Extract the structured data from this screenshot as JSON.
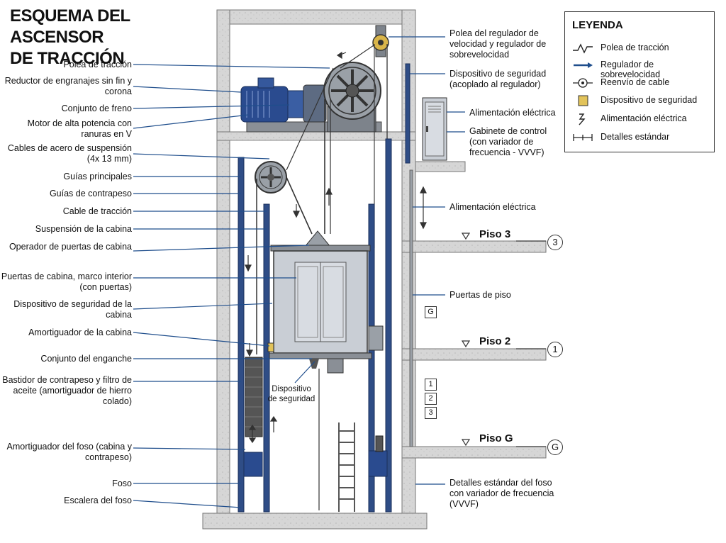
{
  "title": [
    "ESQUEMA DEL ASCENSOR",
    "DE TRACCIÓN"
  ],
  "labels_left": [
    "Polea de tracción",
    "Reductor de engranajes sin fin y corona",
    "Conjunto de freno",
    "Motor de alta potencia con ranuras en V",
    "Cables de acero de suspensión (4x 13 mm)",
    "Guías principales",
    "Guías de contrapeso",
    "Cable de tracción",
    "Suspensión de la cabina",
    "Operador de puertas de cabina",
    "Puertas de cabina, marco interior (con puertas)",
    "Dispositivo de seguridad de la cabina",
    "Amortiguador de la cabina",
    "Conjunto del enganche",
    "Bastidor de contrapeso y filtro de aceite (amortiguador de hierro colado)",
    "Amortiguador del foso (cabina y contrapeso)",
    "Foso",
    "Escalera del foso"
  ],
  "labels_right": [
    "Polea del regulador de velocidad y regulador de sobrevelocidad",
    "Dispositivo de seguridad (acoplado al regulador)",
    "Alimentación eléctrica",
    "Gabinete de control (con variador de frecuencia - VVVF)",
    "Alimentación eléctrica",
    "Puertas de piso",
    "Detalles estándar del foso con variador de frecuencia (VVVF)"
  ],
  "center_label": "Dispositivo de seguridad",
  "floors": [
    {
      "name": "Piso 3",
      "badge": "3"
    },
    {
      "name": "Piso 2",
      "badge": "1"
    },
    {
      "name": "Piso G",
      "badge": "G"
    }
  ],
  "floor_indicators": [
    "G",
    "1",
    "2",
    "3"
  ],
  "legend": {
    "title": "LEYENDA",
    "items": [
      {
        "label": "Polea de tracción",
        "icon": "zigzag-line-icon"
      },
      {
        "label": "Regulador de sobrevelocidad",
        "icon": "blue-arrow-icon"
      },
      {
        "label": "Reenvío de cable",
        "icon": "sheave-circle-icon"
      },
      {
        "label": "Dispositivo de seguridad",
        "icon": "yellow-square-icon"
      },
      {
        "label": "Alimentación eléctrica",
        "icon": "lightning-icon"
      },
      {
        "label": "Detalles estándar",
        "icon": "dimension-line-icon"
      }
    ]
  },
  "colors": {
    "concrete": "#d3d3d3",
    "rail_blue": "#2f4d86",
    "motor_blue": "#2a4b8f",
    "machine_gray": "#7d838b",
    "cabin": "#c9ced5",
    "leader_line": "#1f4e8c",
    "safety_yellow": "#e2c35a"
  }
}
